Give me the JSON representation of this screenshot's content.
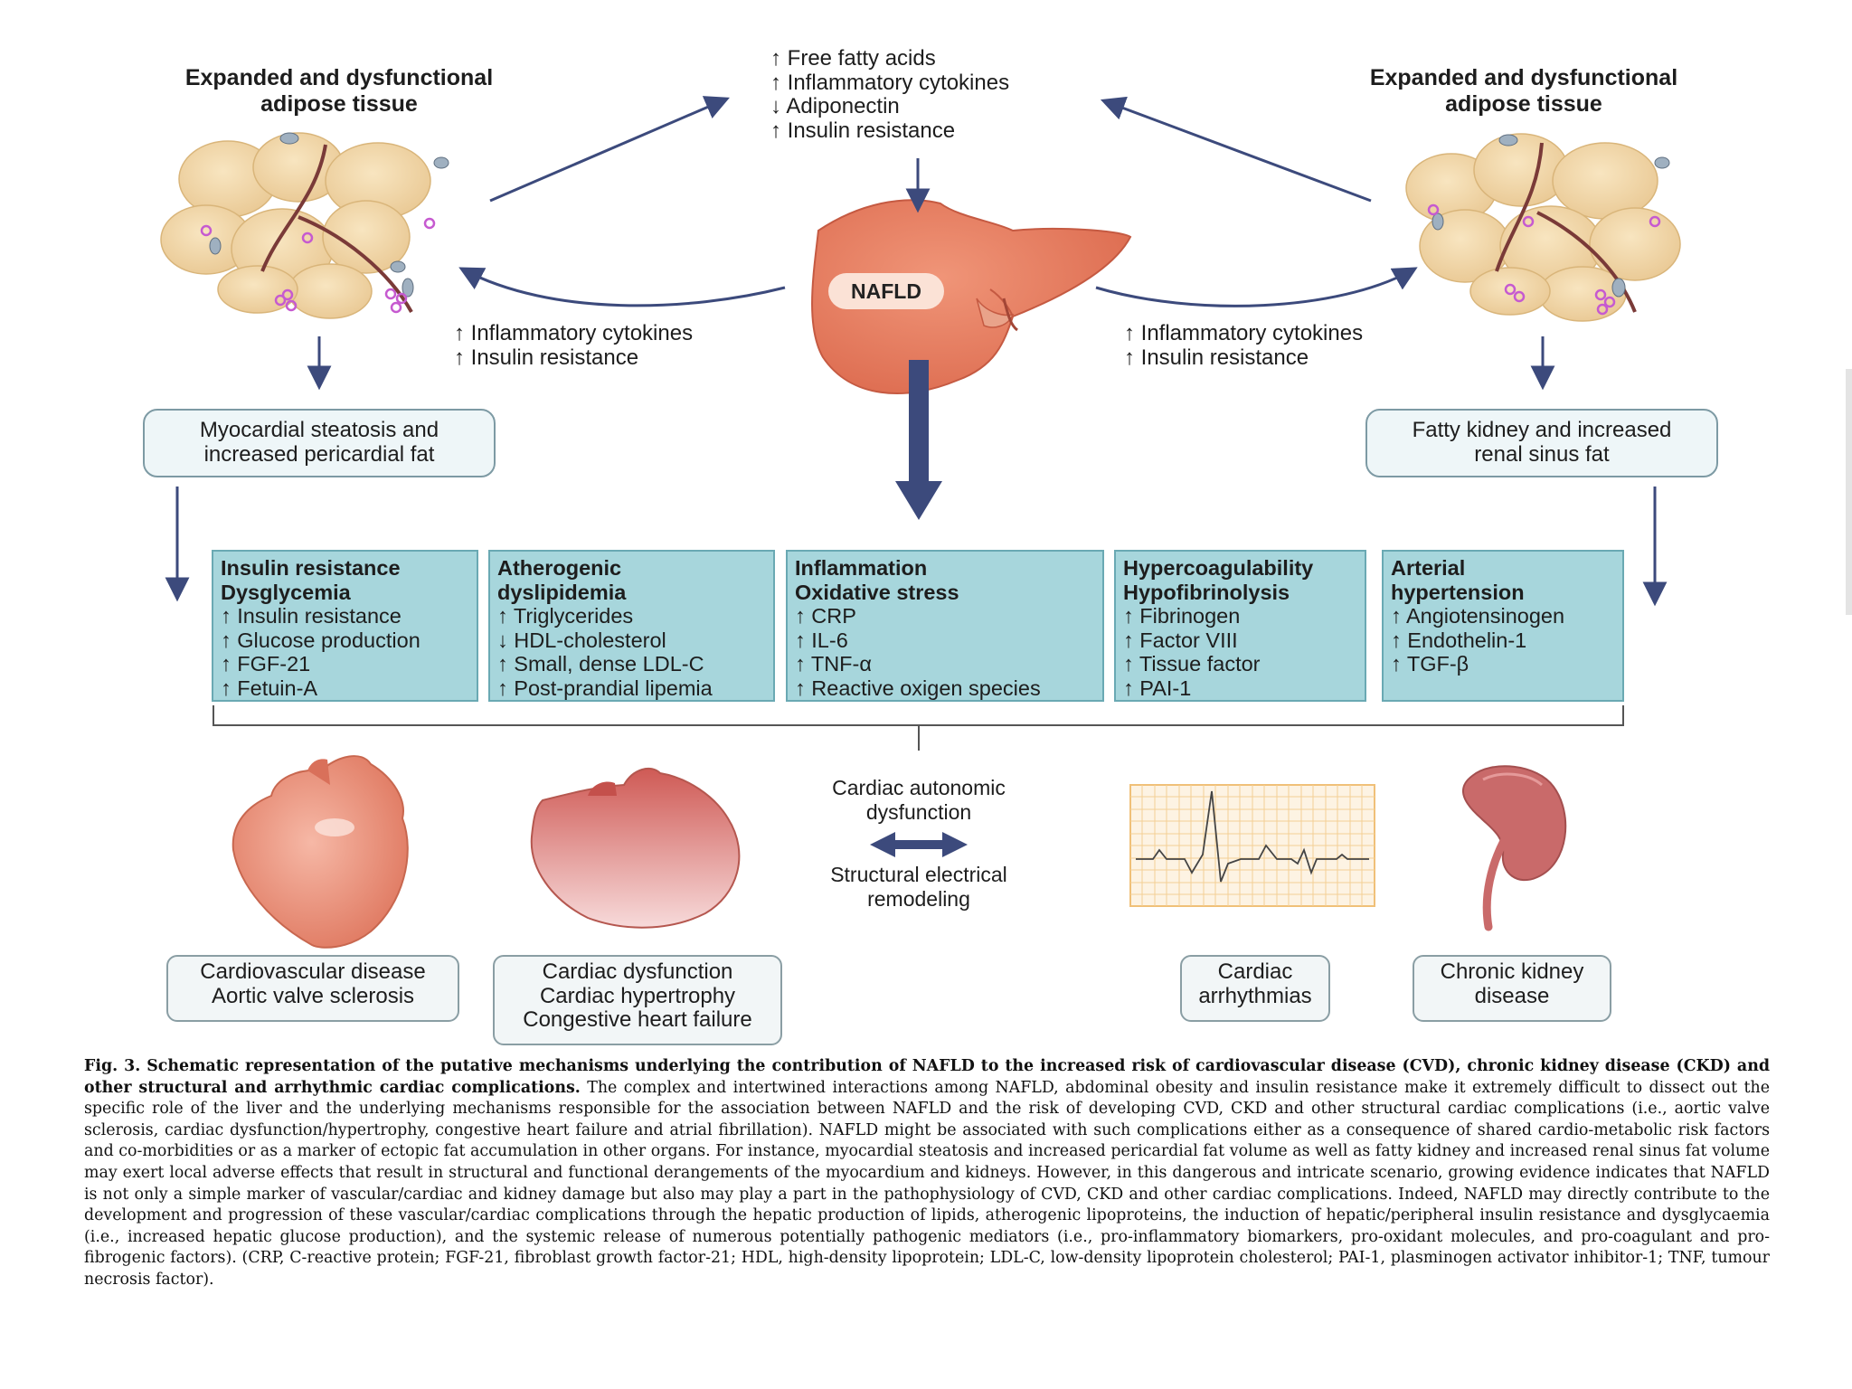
{
  "adipose_left": {
    "title_line1": "Expanded and dysfunctional",
    "title_line2": "adipose tissue"
  },
  "adipose_right": {
    "title_line1": "Expanded and dysfunctional",
    "title_line2": "adipose tissue"
  },
  "top_effects": [
    "↑ Free fatty acids",
    "↑ Inflammatory cytokines",
    "↓ Adiponectin",
    "↑ Insulin resistance"
  ],
  "liver_label": "NAFLD",
  "liver_to_adipose_left": [
    "↑ Inflammatory cytokines",
    "↑ Insulin resistance"
  ],
  "liver_to_adipose_right": [
    "↑ Inflammatory cytokines",
    "↑ Insulin resistance"
  ],
  "ectopic_left": {
    "line1": "Myocardial steatosis and",
    "line2": "increased pericardial fat"
  },
  "ectopic_right": {
    "line1": "Fatty kidney and increased",
    "line2": "renal sinus fat"
  },
  "mechanisms": [
    {
      "heading": [
        "Insulin resistance",
        "Dysglycemia"
      ],
      "items": [
        "↑ Insulin resistance",
        "↑ Glucose production",
        "↑ FGF-21",
        "↑ Fetuin-A"
      ]
    },
    {
      "heading": [
        "Atherogenic",
        "dyslipidemia"
      ],
      "items": [
        "↑ Triglycerides",
        "↓ HDL-cholesterol",
        "↑ Small, dense LDL-C",
        "↑ Post-prandial lipemia"
      ]
    },
    {
      "heading": [
        "Inflammation",
        "Oxidative stress"
      ],
      "items": [
        "↑ CRP",
        "↑ IL-6",
        "↑ TNF-α",
        "↑ Reactive oxigen species"
      ]
    },
    {
      "heading": [
        "Hypercoagulability",
        "Hypofibrinolysis"
      ],
      "items": [
        "↑ Fibrinogen",
        "↑ Factor VIII",
        "↑ Tissue factor",
        "↑ PAI-1"
      ]
    },
    {
      "heading": [
        "Arterial",
        "hypertension"
      ],
      "items": [
        "↑ Angiotensinogen",
        "↑ Endothelin-1",
        "↑ TGF-β"
      ]
    }
  ],
  "center_mechanisms": {
    "top_line1": "Cardiac autonomic",
    "top_line2": "dysfunction",
    "bottom_line1": "Structural electrical",
    "bottom_line2": "remodeling"
  },
  "outcomes": {
    "cvd": [
      "Cardiovascular disease",
      "Aortic valve sclerosis"
    ],
    "cardiac": [
      "Cardiac dysfunction",
      "Cardiac hypertrophy",
      "Congestive heart failure"
    ],
    "arrhythmia": [
      "Cardiac",
      "arrhythmias"
    ],
    "ckd": [
      "Chronic kidney",
      "disease"
    ]
  },
  "caption": {
    "bold": "Fig. 3.  Schematic representation of the putative mechanisms underlying the contribution of NAFLD to the increased risk of cardiovascular disease (CVD), chronic kidney disease (CKD) and other structural and arrhythmic cardiac complications.",
    "body": " The complex and intertwined interactions among NAFLD, abdominal obesity and insulin resistance make it extremely difficult to dissect out the specific role of the liver and the underlying mechanisms responsible for the association between NAFLD and the risk of developing CVD, CKD and other structural cardiac complications (i.e., aortic valve sclerosis, cardiac dysfunction/hypertrophy, congestive heart failure and atrial fibrillation). NAFLD might be associated with such complications either as a consequence of shared cardio-metabolic risk factors and co-morbidities or as a marker of ectopic fat accumulation in other organs. For instance, myocardial steatosis and increased pericardial fat volume as well as fatty kidney and increased renal sinus fat volume may exert local adverse effects that result in structural and functional derangements of the myocardium and kidneys. However, in this dangerous and intricate scenario, growing evidence indicates that NAFLD is not only a simple marker of vascular/cardiac and kidney damage but also may play a part in the pathophysiology of CVD, CKD and other cardiac complications. Indeed, NAFLD may directly contribute to the development and progression of these vascular/cardiac complications through the hepatic production of lipids, atherogenic lipoproteins, the induction of hepatic/peripheral insulin resistance and dysglycaemia (i.e., increased hepatic glucose production), and the systemic release of numerous potentially pathogenic mediators (i.e., pro-inflammatory biomarkers, pro-oxidant molecules, and pro-coagulant and pro-fibrogenic factors). (CRP, C-reactive protein; FGF-21, fibroblast growth factor-21; HDL, high-density lipoprotein; LDL-C, low-density lipoprotein cholesterol; PAI-1, plasminogen activator inhibitor-1; TNF, tumour necrosis factor)."
  },
  "colors": {
    "arrow": "#3c4a7c",
    "box_fill": "#a7d6dc",
    "liver": "#e9785c",
    "fat_cell": "#f3d8a8",
    "heart": "#e8907a",
    "kidney": "#c96a6a",
    "ecg_grid": "#f2c07a"
  }
}
